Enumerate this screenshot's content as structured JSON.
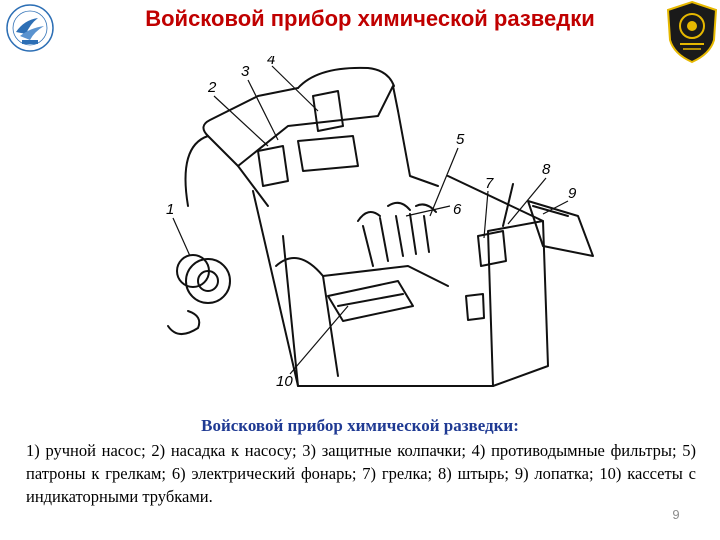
{
  "slide": {
    "title": "Войсковой прибор химической разведки",
    "caption_title": "Войсковой прибор химической разведки:",
    "caption_body": "1) ручной насос; 2) насадка к насосу; 3) защитные колпачки; 4) противодымные фильтры; 5) патроны к грелкам; 6) электрический фонарь; 7) грелка; 8) штырь; 9) лопатка; 10) кассеты с индикаторными трубками.",
    "page_number": "9"
  },
  "figure": {
    "callouts": [
      "1",
      "2",
      "3",
      "4",
      "5",
      "6",
      "7",
      "8",
      "9",
      "10"
    ]
  },
  "logos": {
    "left_icon": "university-emblem-icon",
    "right_icon": "military-shield-emblem-icon",
    "right_colors": {
      "shield": "#1a1a1a",
      "accent": "#e6b800"
    }
  }
}
